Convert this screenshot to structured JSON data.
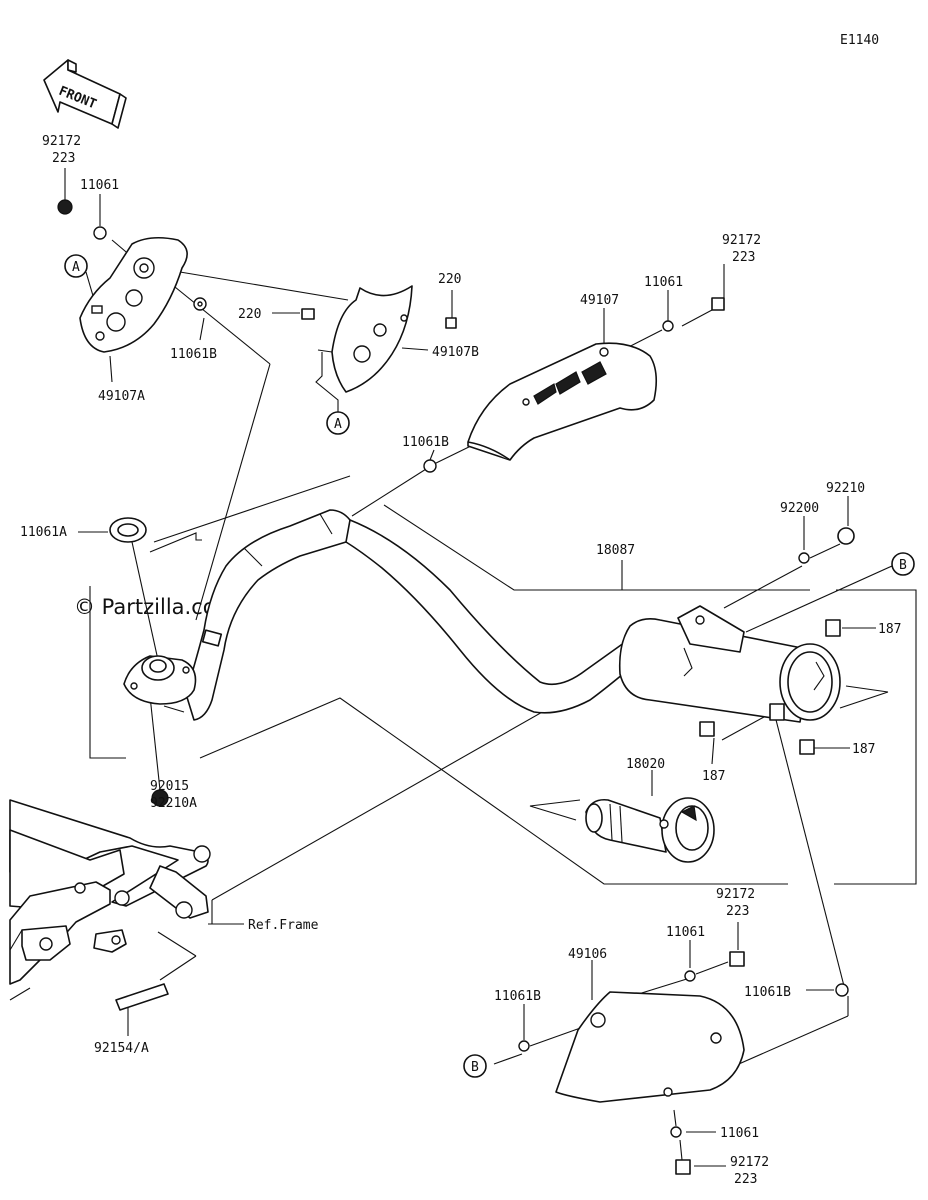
{
  "diagram_code": "E1140",
  "watermark": "© Partzilla.com",
  "front_label": "FRONT",
  "ref_frame": "Ref.Frame",
  "callouts": {
    "a": "A",
    "b": "B"
  },
  "labels": {
    "p92172_223_top_left": [
      "92172",
      "223"
    ],
    "p11061_top_left": "11061",
    "p49107A": "49107A",
    "p11061B_left": "11061B",
    "p220_a": "220",
    "p220_b": "220",
    "p49107B": "49107B",
    "p92172_223_top_right": [
      "92172",
      "223"
    ],
    "p11061_top_right": "11061",
    "p49107": "49107",
    "p11061B_mid": "11061B",
    "p11061A": "11061A",
    "p92210": "92210",
    "p92200": "92200",
    "p18087": "18087",
    "p187_a": "187",
    "p187_b": "187",
    "p187_c": "187",
    "p18020": "18020",
    "p92015_92210A": [
      "92015",
      "92210A"
    ],
    "p92154A": "92154/A",
    "p92172_223_bottom_mid": [
      "92172",
      "223"
    ],
    "p11061_bottom_mid": "11061",
    "p49106": "49106",
    "p11061B_bottom_left": "11061B",
    "p11061B_bottom_right": "11061B",
    "p11061_bottom": "11061",
    "p92172_223_bottom": [
      "92172",
      "223"
    ]
  }
}
